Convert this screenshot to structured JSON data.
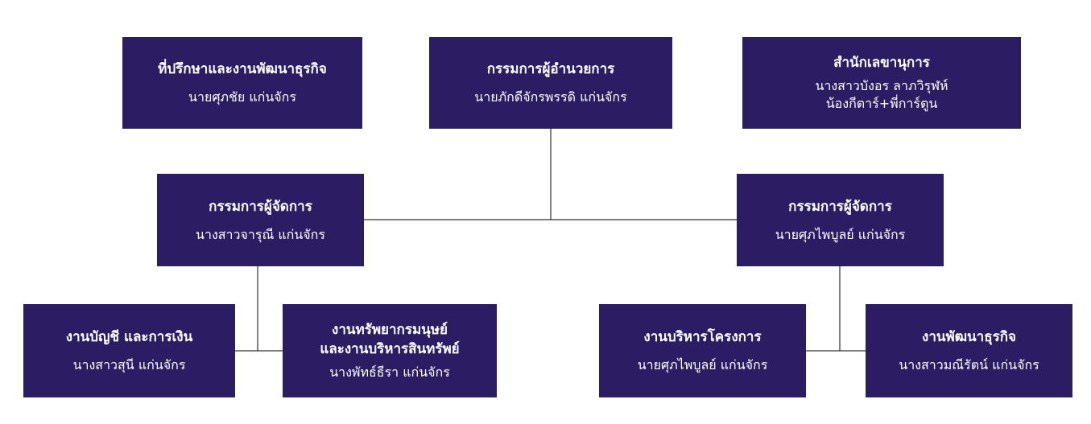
{
  "org_chart": {
    "advisor": {
      "title": "ที่ปรึกษาและงานพัฒนาธุรกิจ",
      "name": "นายศุภชัย แก่นจักร"
    },
    "director": {
      "title": "กรรมการผู้อำนวยการ",
      "name": "นายภักดีจักรพรรดิ แก่นจักร"
    },
    "secretary": {
      "title": "สำนักเลขานุการ",
      "name": "นางสาวบังอร ลาภวิรุฬห์",
      "name2": "น้องกีตาร์+พี่การ์ตูน"
    },
    "md_left": {
      "title": "กรรมการผู้จัดการ",
      "name": "นางสาวจารุณี แก่นจักร"
    },
    "md_right": {
      "title": "กรรมการผู้จัดการ",
      "name": "นายศุภไพบูลย์ แก่นจักร"
    },
    "accounting": {
      "title": "งานบัญชี และการเงิน",
      "name": "นางสาวสุนี แก่นจักร"
    },
    "hr": {
      "title1": "งานทรัพยากรมนุษย์",
      "title2": "และงานบริหารสินทรัพย์",
      "name": "นางพัทธ์ธีรา แก่นจักร"
    },
    "projects": {
      "title": "งานบริหารโครงการ",
      "name": "นายศุภไพบูลย์ แก่นจักร"
    },
    "bizdev": {
      "title": "งานพัฒนาธุรกิจ",
      "name": "นางสาวมณีรัตน์ แก่นจักร"
    }
  }
}
